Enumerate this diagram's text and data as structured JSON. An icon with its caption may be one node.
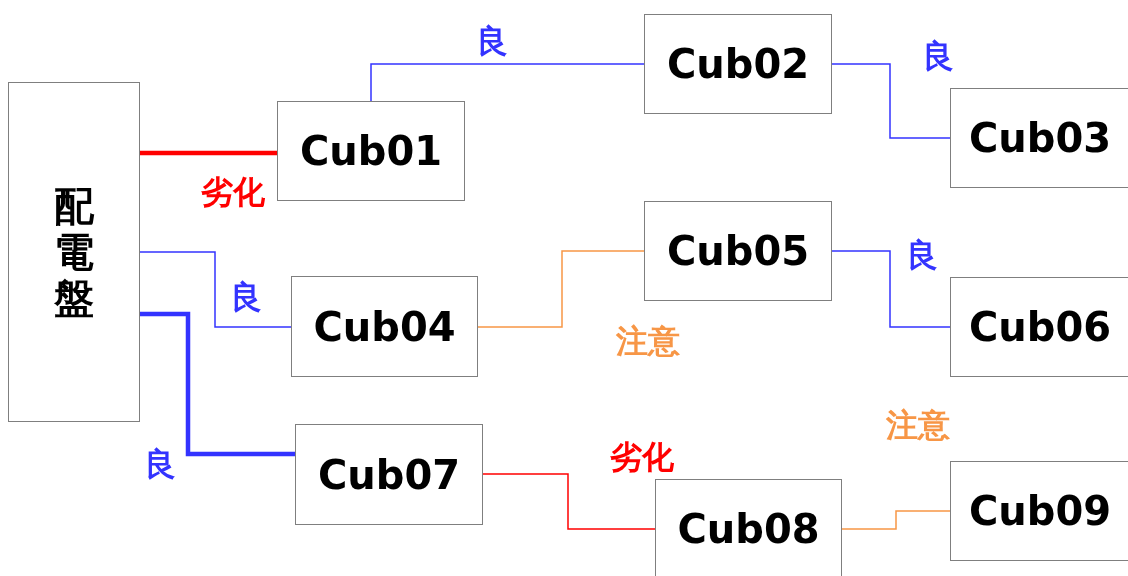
{
  "diagram": {
    "nodes": [
      {
        "text": [
          "配電盤"
        ]
      },
      {
        "text": [
          "Cub01"
        ]
      },
      {
        "text": [
          "Cub02"
        ]
      },
      {
        "text": [
          "Cub03"
        ]
      },
      {
        "text": [
          "Cub04"
        ]
      },
      {
        "text": [
          "Cub05"
        ]
      },
      {
        "text": [
          "Cub06"
        ]
      },
      {
        "text": [
          "Cub07"
        ]
      },
      {
        "text": [
          "Cub08"
        ]
      },
      {
        "text": [
          "Cub09"
        ]
      }
    ],
    "edges": [
      {
        "from": 0,
        "to": 1,
        "arrow": "none",
        "label": "劣化",
        "style": "thick",
        "color": "#ff0000"
      },
      {
        "from": 1,
        "to": 2,
        "arrow": "none",
        "label": "良"
      },
      {
        "from": 2,
        "to": 3,
        "arrow": "none",
        "label": "良"
      },
      {
        "from": 0,
        "to": 4,
        "arrow": "none",
        "label": "良"
      },
      {
        "from": 4,
        "to": 5,
        "arrow": "none",
        "label": "注意",
        "color": "#f79646"
      },
      {
        "from": 5,
        "to": 6,
        "arrow": "none",
        "label": "良"
      },
      {
        "from": 0,
        "to": 7,
        "arrow": "none",
        "label": "良",
        "style": "thick"
      },
      {
        "from": 7,
        "to": 8,
        "arrow": "none",
        "label": "劣化",
        "color": "#ff0000"
      },
      {
        "from": 8,
        "to": 9,
        "arrow": "none",
        "label": "注意",
        "color": "#f79646"
      }
    ]
  }
}
